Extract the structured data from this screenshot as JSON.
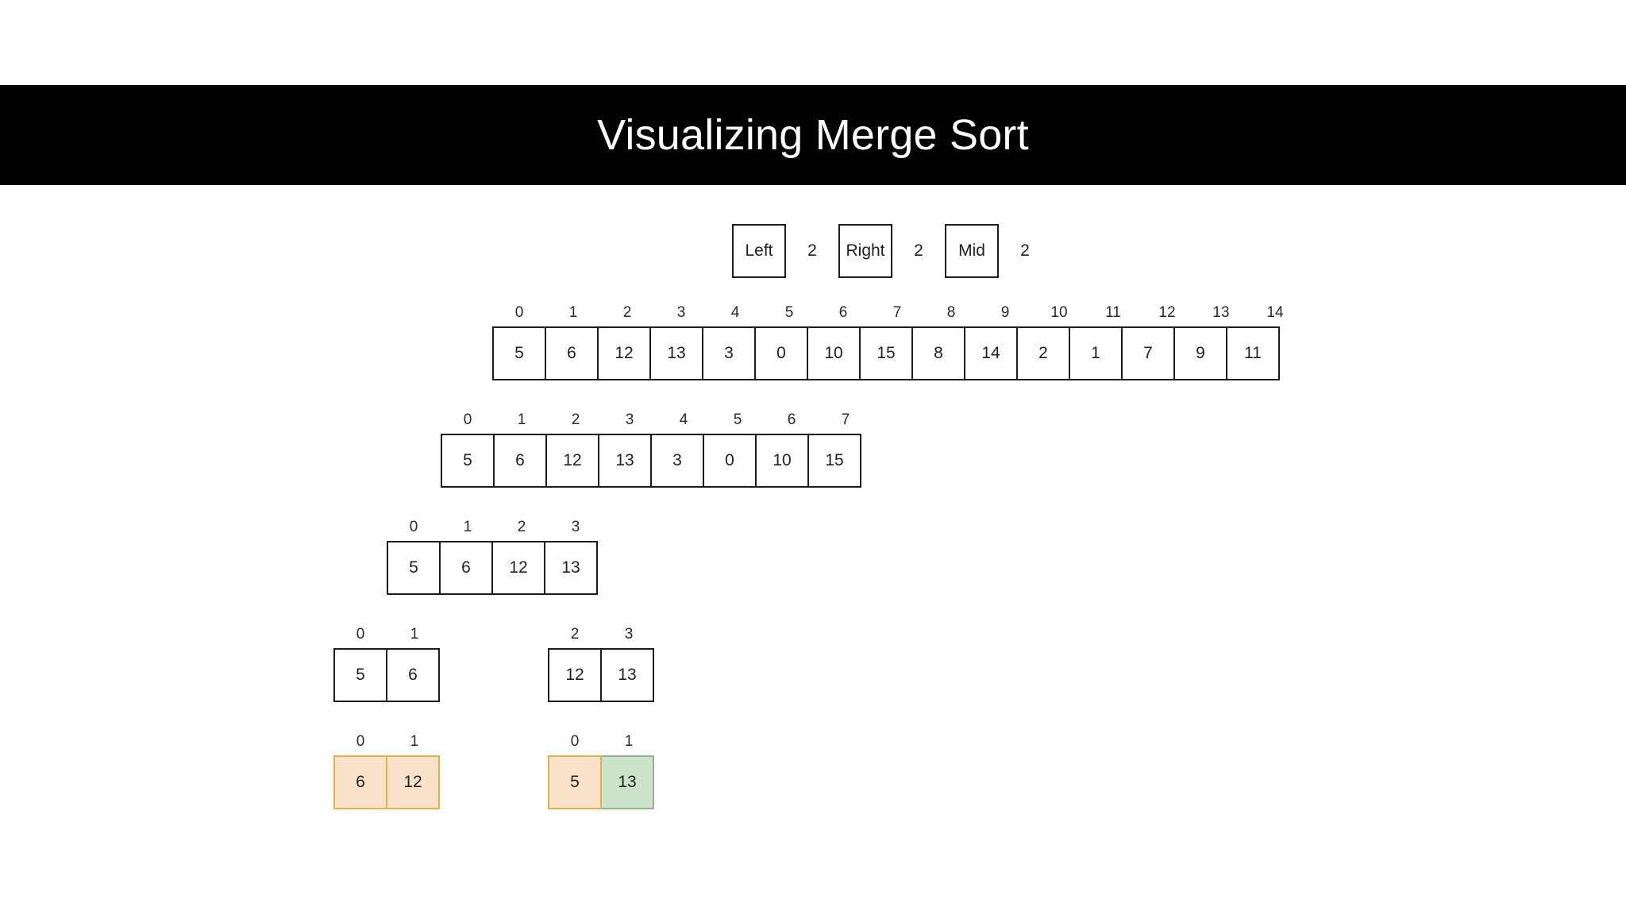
{
  "banner": {
    "title": "Visualizing Merge Sort"
  },
  "controls": [
    {
      "label": "Left",
      "value": "2"
    },
    {
      "label": "Right",
      "value": "2"
    },
    {
      "label": "Mid",
      "value": "2"
    }
  ],
  "colors": {
    "banner_background": "#000000",
    "banner_text": "#ffffff",
    "cell_border": "#1c1c1c",
    "highlight_orange_fill": "#fbe3cb",
    "highlight_orange_border": "#e3b04b",
    "highlight_green_fill": "#cbe3c8",
    "highlight_green_border": "#94b191"
  },
  "rows": [
    {
      "name": "full-array",
      "segments": [
        {
          "indices": [
            "0",
            "1",
            "2",
            "3",
            "4",
            "5",
            "6",
            "7",
            "8",
            "9",
            "10",
            "11",
            "12",
            "13",
            "14"
          ],
          "values": [
            "5",
            "6",
            "12",
            "13",
            "3",
            "0",
            "10",
            "15",
            "8",
            "14",
            "2",
            "1",
            "7",
            "9",
            "11"
          ],
          "states": [
            "plain",
            "plain",
            "plain",
            "plain",
            "plain",
            "plain",
            "plain",
            "plain",
            "plain",
            "plain",
            "plain",
            "plain",
            "plain",
            "plain",
            "plain"
          ]
        }
      ]
    },
    {
      "name": "left-half-8",
      "segments": [
        {
          "indices": [
            "0",
            "1",
            "2",
            "3",
            "4",
            "5",
            "6",
            "7"
          ],
          "values": [
            "5",
            "6",
            "12",
            "13",
            "3",
            "0",
            "10",
            "15"
          ],
          "states": [
            "plain",
            "plain",
            "plain",
            "plain",
            "plain",
            "plain",
            "plain",
            "plain"
          ]
        }
      ]
    },
    {
      "name": "left-quarter-4",
      "segments": [
        {
          "indices": [
            "0",
            "1",
            "2",
            "3"
          ],
          "values": [
            "5",
            "6",
            "12",
            "13"
          ],
          "states": [
            "plain",
            "plain",
            "plain",
            "plain"
          ]
        }
      ]
    },
    {
      "name": "pairs-split",
      "segments": [
        {
          "indices": [
            "0",
            "1"
          ],
          "values": [
            "5",
            "6"
          ],
          "states": [
            "plain",
            "plain"
          ]
        },
        {
          "indices": [
            "2",
            "3"
          ],
          "values": [
            "12",
            "13"
          ],
          "states": [
            "plain",
            "plain"
          ]
        }
      ]
    },
    {
      "name": "pairs-merging",
      "segments": [
        {
          "indices": [
            "0",
            "1"
          ],
          "values": [
            "6",
            "12"
          ],
          "states": [
            "orange",
            "orange"
          ]
        },
        {
          "indices": [
            "0",
            "1"
          ],
          "values": [
            "5",
            "13"
          ],
          "states": [
            "orange",
            "green"
          ]
        }
      ]
    }
  ],
  "layout": {
    "row_tops": [
      381,
      516,
      651,
      786,
      921
    ],
    "segment_lefts": [
      [
        620
      ],
      [
        555
      ],
      [
        487
      ],
      [
        420,
        690
      ],
      [
        420,
        690
      ]
    ]
  }
}
